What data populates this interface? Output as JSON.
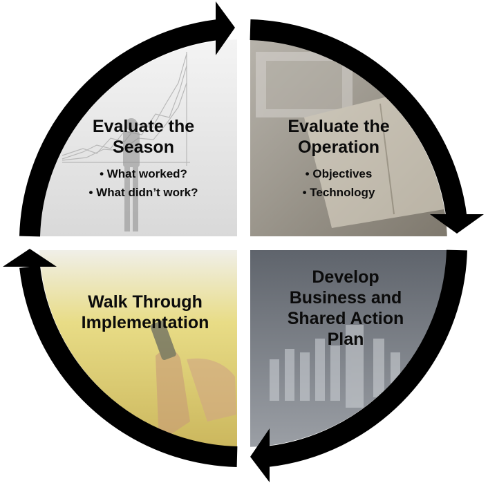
{
  "cycle": {
    "quadrants": [
      {
        "id": "top-left",
        "title_lines": [
          "Evaluate the",
          "Season"
        ],
        "bullets": [
          "What worked?",
          "What didn’t work?"
        ]
      },
      {
        "id": "top-right",
        "title_lines": [
          "Evaluate the",
          "Operation"
        ],
        "bullets": [
          "Objectives",
          "Technology"
        ]
      },
      {
        "id": "bottom-right",
        "title_lines": [
          "Develop",
          "Business and",
          "Shared Action",
          "Plan"
        ],
        "bullets": []
      },
      {
        "id": "bottom-left",
        "title_lines": [
          "Walk Through",
          "Implementation"
        ],
        "bullets": []
      }
    ],
    "arrow_color": "#000000",
    "quadrant_tints": [
      "#e6e6e6",
      "#8a857c",
      "#6d7178",
      "#e2d27a"
    ]
  }
}
